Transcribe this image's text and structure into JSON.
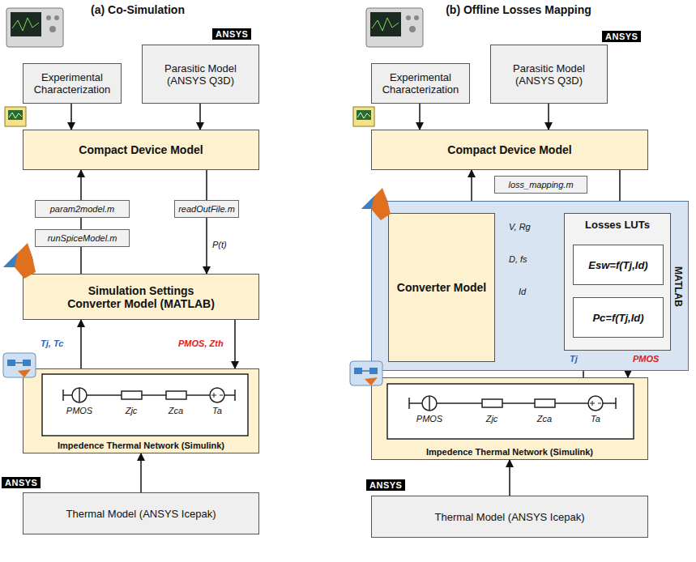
{
  "diagram": {
    "nodes": [
      {
        "text": [
          "Experimental Characterization"
        ]
      },
      {
        "text": [
          "Parasitic Model (ANSYS Q3D)"
        ]
      },
      {
        "text": [
          "Compact Device Model"
        ]
      },
      {
        "text": [
          "param2model.m"
        ]
      },
      {
        "text": [
          "runSpiceModel.m"
        ]
      },
      {
        "text": [
          "readOutFile.m"
        ]
      },
      {
        "text": [
          "Simulation Settings Converter Model (MATLAB)"
        ]
      },
      {
        "text": [
          "Impedence Thermal Network (Simulink)"
        ]
      },
      {
        "text": [
          "Thermal Model (ANSYS Icepak)"
        ]
      },
      {
        "text": [
          "Experimental Characterization"
        ]
      },
      {
        "text": [
          "Parasitic Model (ANSYS Q3D)"
        ]
      },
      {
        "text": [
          "Compact Device Model"
        ]
      },
      {
        "text": [
          "loss_mapping.m"
        ]
      },
      {
        "text": [
          "MATLAB"
        ]
      },
      {
        "text": [
          "Converter Model"
        ],
        "in": 13
      },
      {
        "text": [
          "Losses LUTs"
        ],
        "in": 13
      },
      {
        "text": [
          "Esw=f(Tj,Id)"
        ],
        "in": 15
      },
      {
        "text": [
          "Pc=f(Tj,Id)"
        ],
        "in": 15
      },
      {
        "text": [
          "Impedence Thermal Network (Simulink)"
        ]
      },
      {
        "text": [
          "Thermal Model (ANSYS Icepak)"
        ]
      }
    ],
    "edges": [
      {
        "from": 0,
        "to": 2,
        "arrow": "to"
      },
      {
        "from": 1,
        "to": 2,
        "arrow": "to"
      },
      {
        "from": 3,
        "to": 2,
        "arrow": "to"
      },
      {
        "from": 4,
        "to": 3,
        "arrow": "none"
      },
      {
        "from": 6,
        "to": 4,
        "arrow": "none"
      },
      {
        "from": 2,
        "to": 5,
        "arrow": "none"
      },
      {
        "from": 5,
        "to": 6,
        "arrow": "to",
        "label": "P(t)"
      },
      {
        "from": 7,
        "to": 6,
        "arrow": "to",
        "label": "Tj, Tc"
      },
      {
        "from": 6,
        "to": 7,
        "arrow": "to",
        "label": "PMOS, Zth"
      },
      {
        "from": 8,
        "to": 7,
        "arrow": "to"
      },
      {
        "from": 9,
        "to": 11,
        "arrow": "to"
      },
      {
        "from": 10,
        "to": 11,
        "arrow": "to"
      },
      {
        "from": 13,
        "to": 11,
        "arrow": "to"
      },
      {
        "from": 11,
        "to": 15,
        "arrow": "to"
      },
      {
        "from": 14,
        "to": 15,
        "arrow": "to",
        "label": "V, Rg"
      },
      {
        "from": 14,
        "to": 15,
        "arrow": "to",
        "label": "D, fs"
      },
      {
        "from": 14,
        "to": 15,
        "arrow": "to",
        "label": "Id"
      },
      {
        "from": 18,
        "to": 15,
        "arrow": "to",
        "label": "Tj"
      },
      {
        "from": 15,
        "to": 18,
        "arrow": "to",
        "label": "PMOS"
      },
      {
        "from": 19,
        "to": 18,
        "arrow": "to"
      }
    ],
    "labels": [
      "(a) Co-Simulation",
      "(b) Offline Losses Mapping",
      "ANSYS",
      "ANSYS",
      "ANSYS",
      "ANSYS",
      "PMOS",
      "Zjc",
      "Zca",
      "Ta",
      "PMOS",
      "Zjc",
      "Zca",
      "Ta"
    ]
  }
}
